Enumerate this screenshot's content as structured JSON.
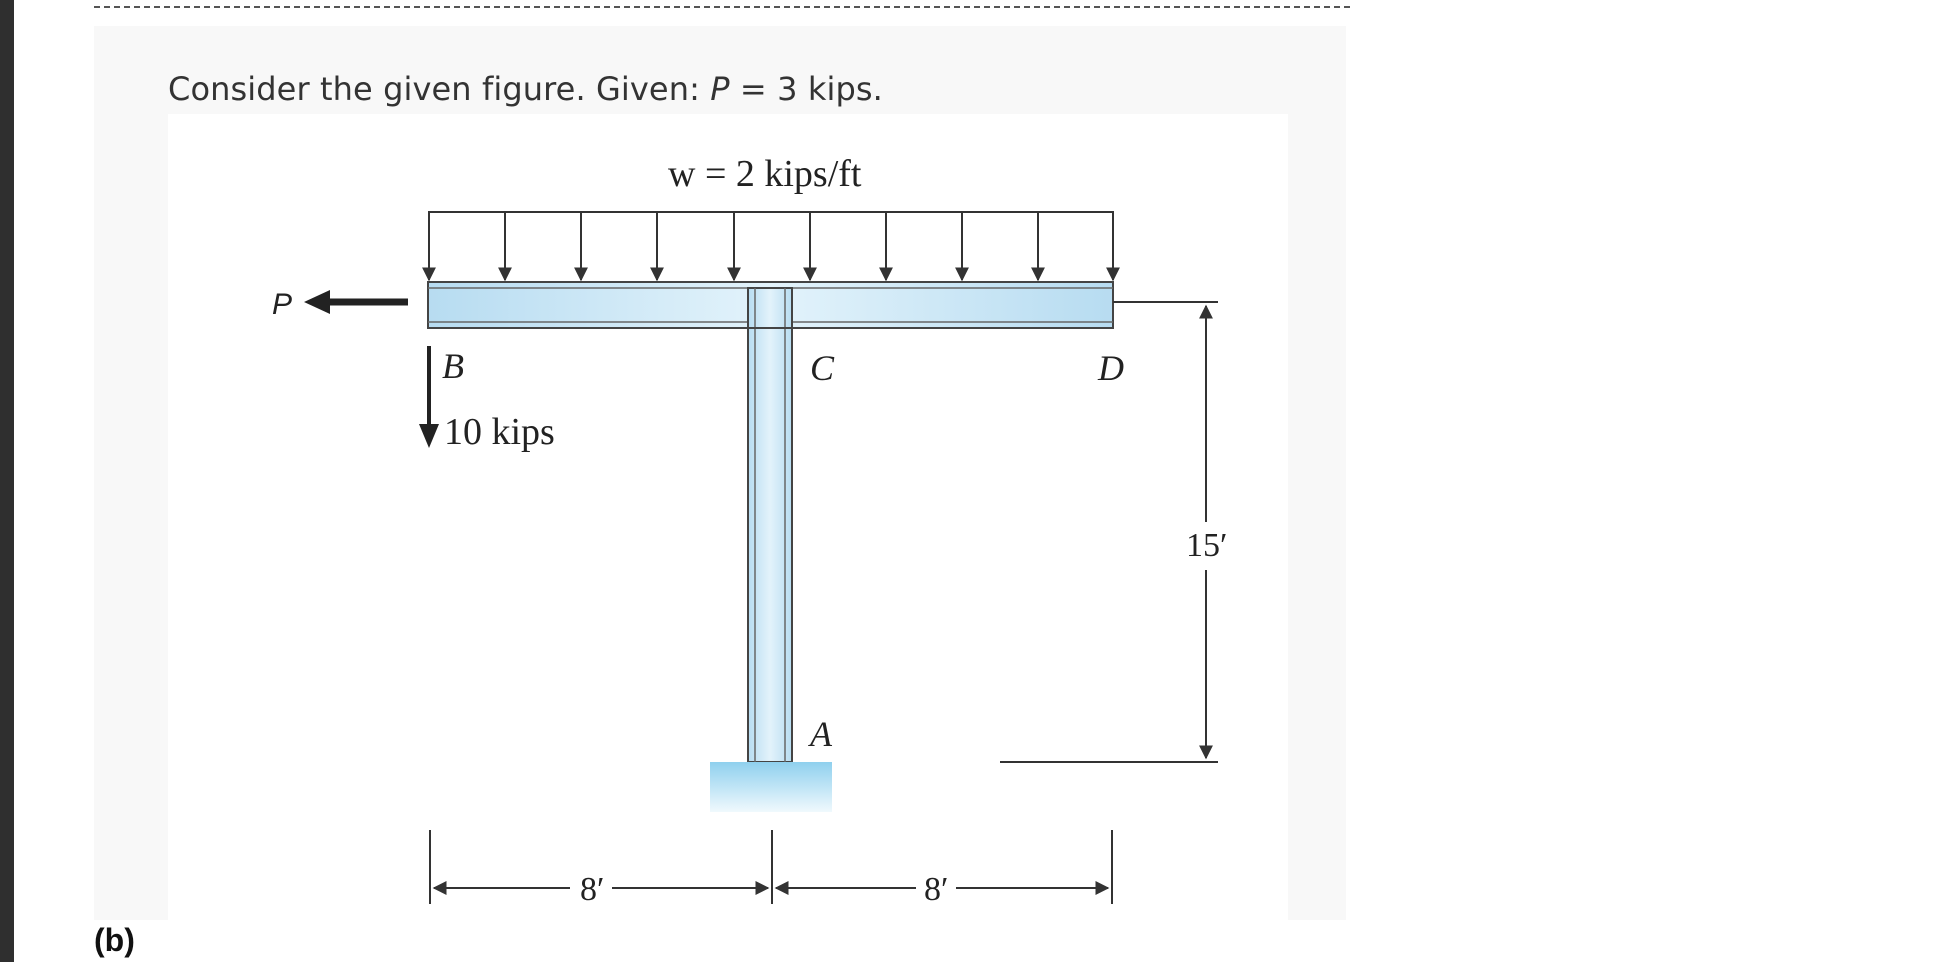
{
  "question": {
    "prefix": "Consider the given figure. Given: ",
    "var": "P",
    "suffix": " = 3 kips."
  },
  "figure": {
    "load_label": "w = 2 kips/ft",
    "force_P": "P",
    "force_B": "10 kips",
    "point_B": "B",
    "point_C": "C",
    "point_D": "D",
    "point_A": "A",
    "dim_height": "15′",
    "dim_left": "8′",
    "dim_right": "8′",
    "colors": {
      "member": "#c9e6f6",
      "outline": "#444444",
      "support": "#9fd6ef"
    }
  },
  "panel_label": "(b)"
}
